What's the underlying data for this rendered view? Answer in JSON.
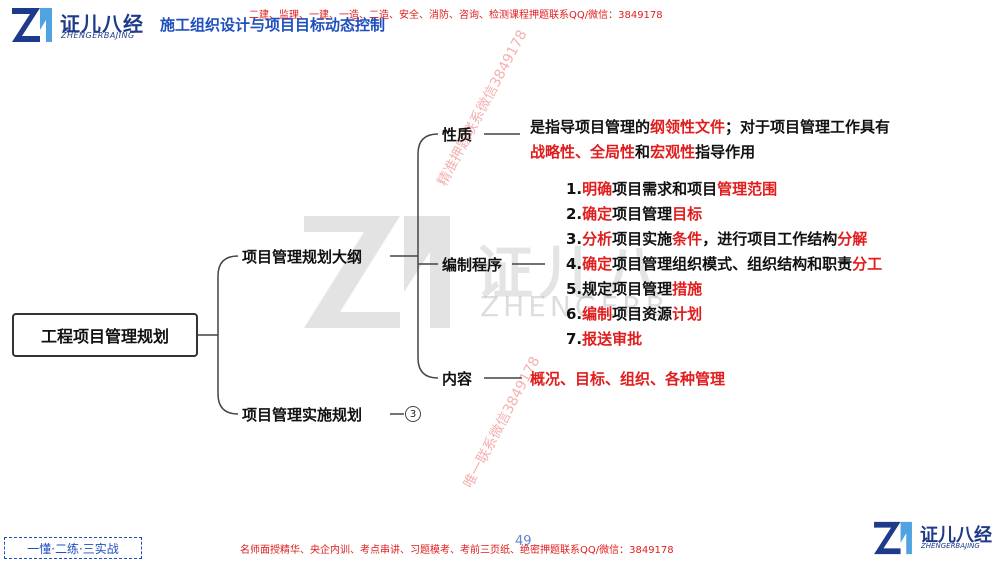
{
  "header": {
    "logo_cn": "证儿八经",
    "logo_en": "ZHENGERBAJING",
    "title": "施工组织设计与项目目标动态控制",
    "banner": "二建、监理、一建、一造、二造、安全、消防、咨询、检测课程押题联系QQ/微信：3849178"
  },
  "watermark": {
    "cn": "证儿八",
    "en": "ZHENGERB",
    "diag1": "精准押题联系微信3849178",
    "diag2": "唯一联系微信3849178"
  },
  "mindmap": {
    "root": "工程项目管理规划",
    "branch1": "项目管理规划大纲",
    "branch2": "项目管理实施规划",
    "branch2_badge": "3",
    "nature": {
      "label": "性质",
      "line1": [
        "是指导项目管理的",
        "纲领性文件",
        "；对于项目管理工作具有"
      ],
      "line2": [
        "战略性",
        "、",
        "全局性",
        "和",
        "宏观性",
        "指导作用"
      ]
    },
    "procedure": {
      "label": "编制程序",
      "items": [
        [
          "1.",
          "明确",
          "项目需求和项目",
          "管理范围",
          ""
        ],
        [
          "2.",
          "确定",
          "项目管理",
          "目标",
          ""
        ],
        [
          "3.",
          "分析",
          "项目实施",
          "条件",
          "，进行项目工作结构",
          "分解"
        ],
        [
          "4.",
          "确定",
          "项目管理组织模式、组织结构和职责",
          "分工",
          ""
        ],
        [
          "5.",
          "",
          "规定项目管理",
          "措施",
          ""
        ],
        [
          "6.",
          "编制",
          "项目资源",
          "计划",
          ""
        ],
        [
          "7.",
          "报送审批",
          "",
          "",
          ""
        ]
      ]
    },
    "content": {
      "label": "内容",
      "text": "概况、目标、组织、各种管理"
    }
  },
  "footer": {
    "slogan": "一懂·二练·三实战",
    "text": "名师面授精华、央企内训、考点串讲、习题模考、考前三页纸、绝密押题联系QQ/微信：3849178",
    "page": "49",
    "logo_cn": "证儿八经",
    "logo_en": "ZHENGERBAJING"
  },
  "colors": {
    "accent_red": "#e11d1d",
    "brand_blue": "#1f4fbf",
    "navy": "#1e3a8a"
  }
}
